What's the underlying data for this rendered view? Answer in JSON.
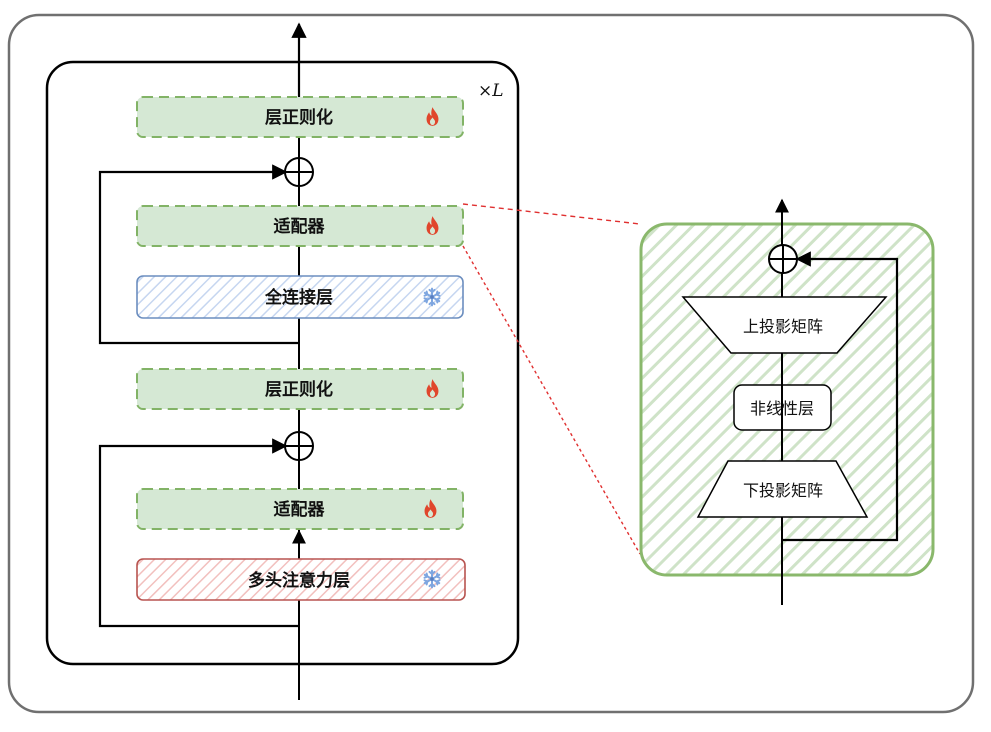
{
  "colors": {
    "frame": "#707070",
    "green_fill": "#d5e8d4",
    "green_stroke": "#82b366",
    "blue_stroke": "#6c8ebf",
    "blue_hatch": "#dae8fc",
    "red_stroke": "#b85450",
    "red_hatch": "#f8cecc",
    "connector_red": "#e03030",
    "flame": "#e0462c",
    "snowflake": "#7ea6e0"
  },
  "transformer_block": {
    "repeat_label": "×L",
    "layers": [
      {
        "id": "layernorm-top",
        "label": "层正则化",
        "status": "trainable",
        "status_icon": "flame"
      },
      {
        "id": "adapter-top",
        "label": "适配器",
        "status": "trainable",
        "status_icon": "flame"
      },
      {
        "id": "ffn",
        "label": "全连接层",
        "status": "frozen",
        "status_icon": "snowflake"
      },
      {
        "id": "layernorm-bottom",
        "label": "层正则化",
        "status": "trainable",
        "status_icon": "flame"
      },
      {
        "id": "adapter-bottom",
        "label": "适配器",
        "status": "trainable",
        "status_icon": "flame"
      },
      {
        "id": "mha",
        "label": "多头注意力层",
        "status": "frozen",
        "status_icon": "snowflake"
      }
    ]
  },
  "adapter_detail": {
    "up_projection": "上投影矩阵",
    "nonlinearity": "非线性层",
    "down_projection": "下投影矩阵"
  }
}
